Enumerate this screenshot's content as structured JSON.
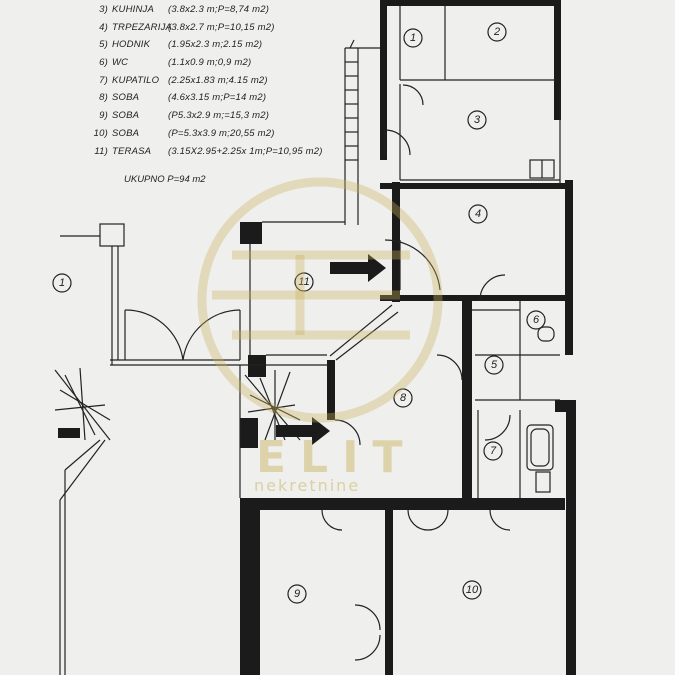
{
  "legend": [
    {
      "num": "3)",
      "name": "KUHINJA",
      "dims": "(3.8x2.3 m;P=8,74 m2)"
    },
    {
      "num": "4)",
      "name": "TRPEZARIJA",
      "dims": "(3.8x2.7 m;P=10,15 m2)"
    },
    {
      "num": "5)",
      "name": "HODNIK",
      "dims": "(1.95x2.3 m;2.15 m2)"
    },
    {
      "num": "6)",
      "name": "WC",
      "dims": "(1.1x0.9 m;0,9 m2)"
    },
    {
      "num": "7)",
      "name": "KUPATILO",
      "dims": "(2.25x1.83 m;4.15 m2)"
    },
    {
      "num": "8)",
      "name": "SOBA",
      "dims": "(4.6x3.15 m;P=14 m2)"
    },
    {
      "num": "9)",
      "name": "SOBA",
      "dims": "(P5.3x2.9 m;=15,3 m2)"
    },
    {
      "num": "10)",
      "name": "SOBA",
      "dims": "(P=5.3x3.9 m;20,55 m2)"
    },
    {
      "num": "11)",
      "name": "TERASA",
      "dims": "(3.15X2.95+2.25x 1m;P=10,95 m2)"
    }
  ],
  "total": "UKUPNO  P=94 m2",
  "rooms": {
    "r1": "1",
    "r2": "2",
    "r3": "3",
    "r4": "4",
    "r5": "5",
    "r6": "6",
    "r7": "7",
    "r8": "8",
    "r9": "9",
    "r10": "10",
    "r11": "11",
    "rl": "1"
  },
  "watermark": {
    "line1": "ELIT",
    "line2": "nekretnine"
  },
  "colors": {
    "wall": "#1b1b1b",
    "paper": "#efefed",
    "watermark": "#c8b25a"
  }
}
